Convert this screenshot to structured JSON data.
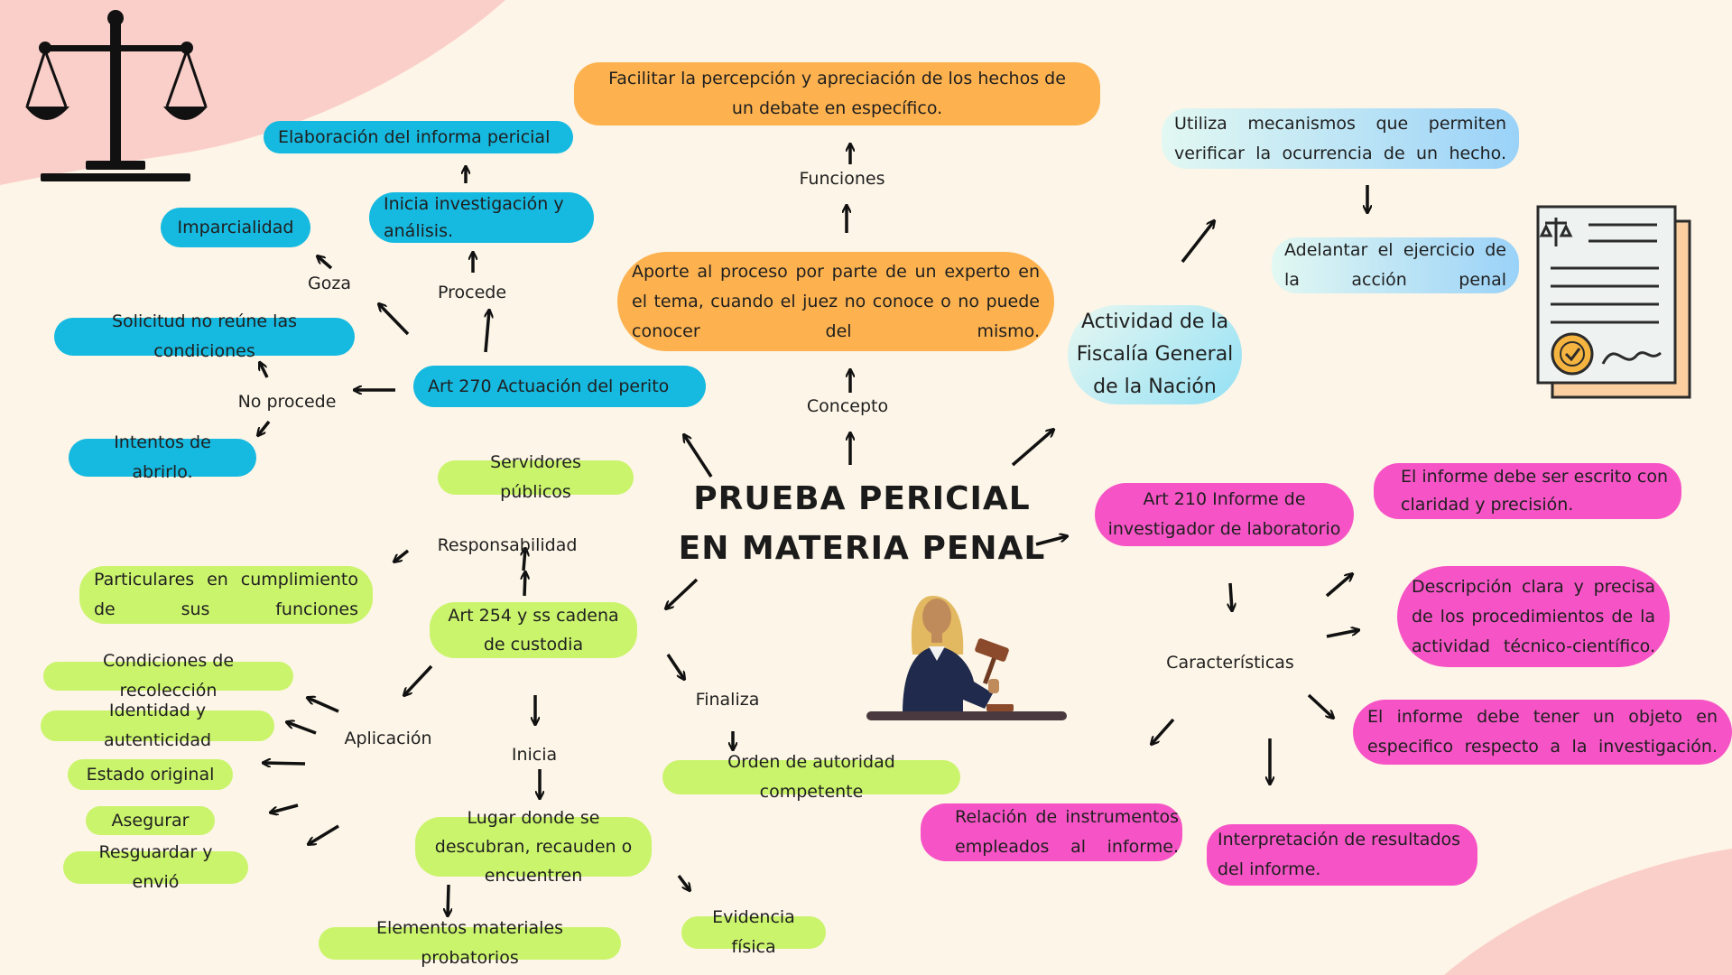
{
  "title": {
    "line1": "PRUEBA PERICIAL",
    "line2": "EN MATERIA PENAL"
  },
  "labels": {
    "funciones": "Funciones",
    "concepto": "Concepto",
    "procede": "Procede",
    "goza": "Goza",
    "no_procede": "No procede",
    "responsabilidad": "Responsabilidad",
    "aplicacion": "Aplicación",
    "inicia": "Inicia",
    "finaliza": "Finaliza",
    "caracteristicas": "Características"
  },
  "nodes": {
    "funciones_text": "Facilitar la percepción y apreciación de los hechos de un debate en específico.",
    "concepto_text": "Aporte al proceso por parte de un experto en el tema, cuando el juez no conoce o no puede conocer del mismo.",
    "fiscalia": "Actividad de la Fiscalía General de la Nación",
    "fiscalia_func1": "Utiliza mecanismos que permiten verificar la ocurrencia de un hecho.",
    "fiscalia_func2": "Adelantar el ejercicio de la acción penal",
    "art270": "Art 270 Actuación del perito",
    "elaboracion": "Elaboración del informa pericial",
    "inicia_investigacion": "Inicia investigación y análisis.",
    "imparcialidad": "Imparcialidad",
    "solicitud": "Solicitud no reúne las condiciones",
    "intentos": "Intentos de abrirlo.",
    "art254": "Art 254  y ss cadena de custodia",
    "servidores": "Servidores públicos",
    "particulares": "Particulares en cumplimiento de sus funciones",
    "app": [
      "Condiciones de recolección",
      "Identidad y autenticidad",
      "Estado original",
      "Asegurar",
      "Resguardar y envió"
    ],
    "lugar": "Lugar donde se descubran, recauden o encuentren",
    "elementos": "Elementos materiales probatorios",
    "evidencia": "Evidencia física",
    "orden": "Orden de autoridad competente",
    "art210": "Art 210 Informe de investigador de laboratorio",
    "car1": "El informe debe ser escrito con claridad y precisión.",
    "car2": "Descripción clara y precisa de los procedimientos de la actividad técnico-científico.",
    "car3": "El informe debe tener un objeto en especifico respecto a la investigación.",
    "car4": "Interpretación de resultados del informe.",
    "car5": "Relación de instrumentos empleados al informe."
  },
  "colors": {
    "background": "#fdf5e7",
    "blue": "#16b9e0",
    "orange": "#fdb24f",
    "green": "#cbf46d",
    "pink": "#f654c6",
    "corner_blob": "#fbcfc9"
  },
  "icons": [
    "scales-of-justice-icon",
    "legal-document-icon",
    "judge-illustration"
  ]
}
